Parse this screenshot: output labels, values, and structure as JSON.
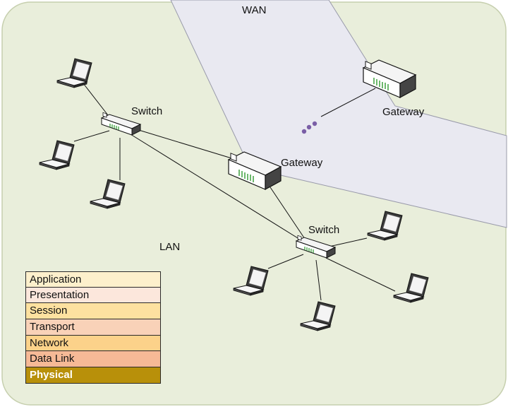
{
  "labels": {
    "wan": "WAN",
    "lan": "LAN",
    "switch_top": "Switch",
    "switch_bottom": "Switch",
    "gateway_center": "Gateway",
    "gateway_right": "Gateway"
  },
  "colors": {
    "lan_background": "#e9eedb",
    "wan_background": "#e9e9f1",
    "device_green": "#2f9a2f",
    "ellipsis_dots": "#7a5ea6"
  },
  "osi_layers": [
    {
      "name": "Application",
      "color": "#fdf0cc",
      "highlight": false
    },
    {
      "name": "Presentation",
      "color": "#fce7dc",
      "highlight": false
    },
    {
      "name": "Session",
      "color": "#fde1a0",
      "highlight": false
    },
    {
      "name": "Transport",
      "color": "#f9d2b8",
      "highlight": false
    },
    {
      "name": "Network",
      "color": "#fcd28a",
      "highlight": false
    },
    {
      "name": "Data Link",
      "color": "#f6b996",
      "highlight": false
    },
    {
      "name": "Physical",
      "color": "#b8900a",
      "highlight": true
    }
  ],
  "icons": {
    "laptop": "laptop-icon",
    "switch": "switch-icon",
    "gateway": "gateway-icon",
    "ellipsis": "ellipsis-icon"
  }
}
